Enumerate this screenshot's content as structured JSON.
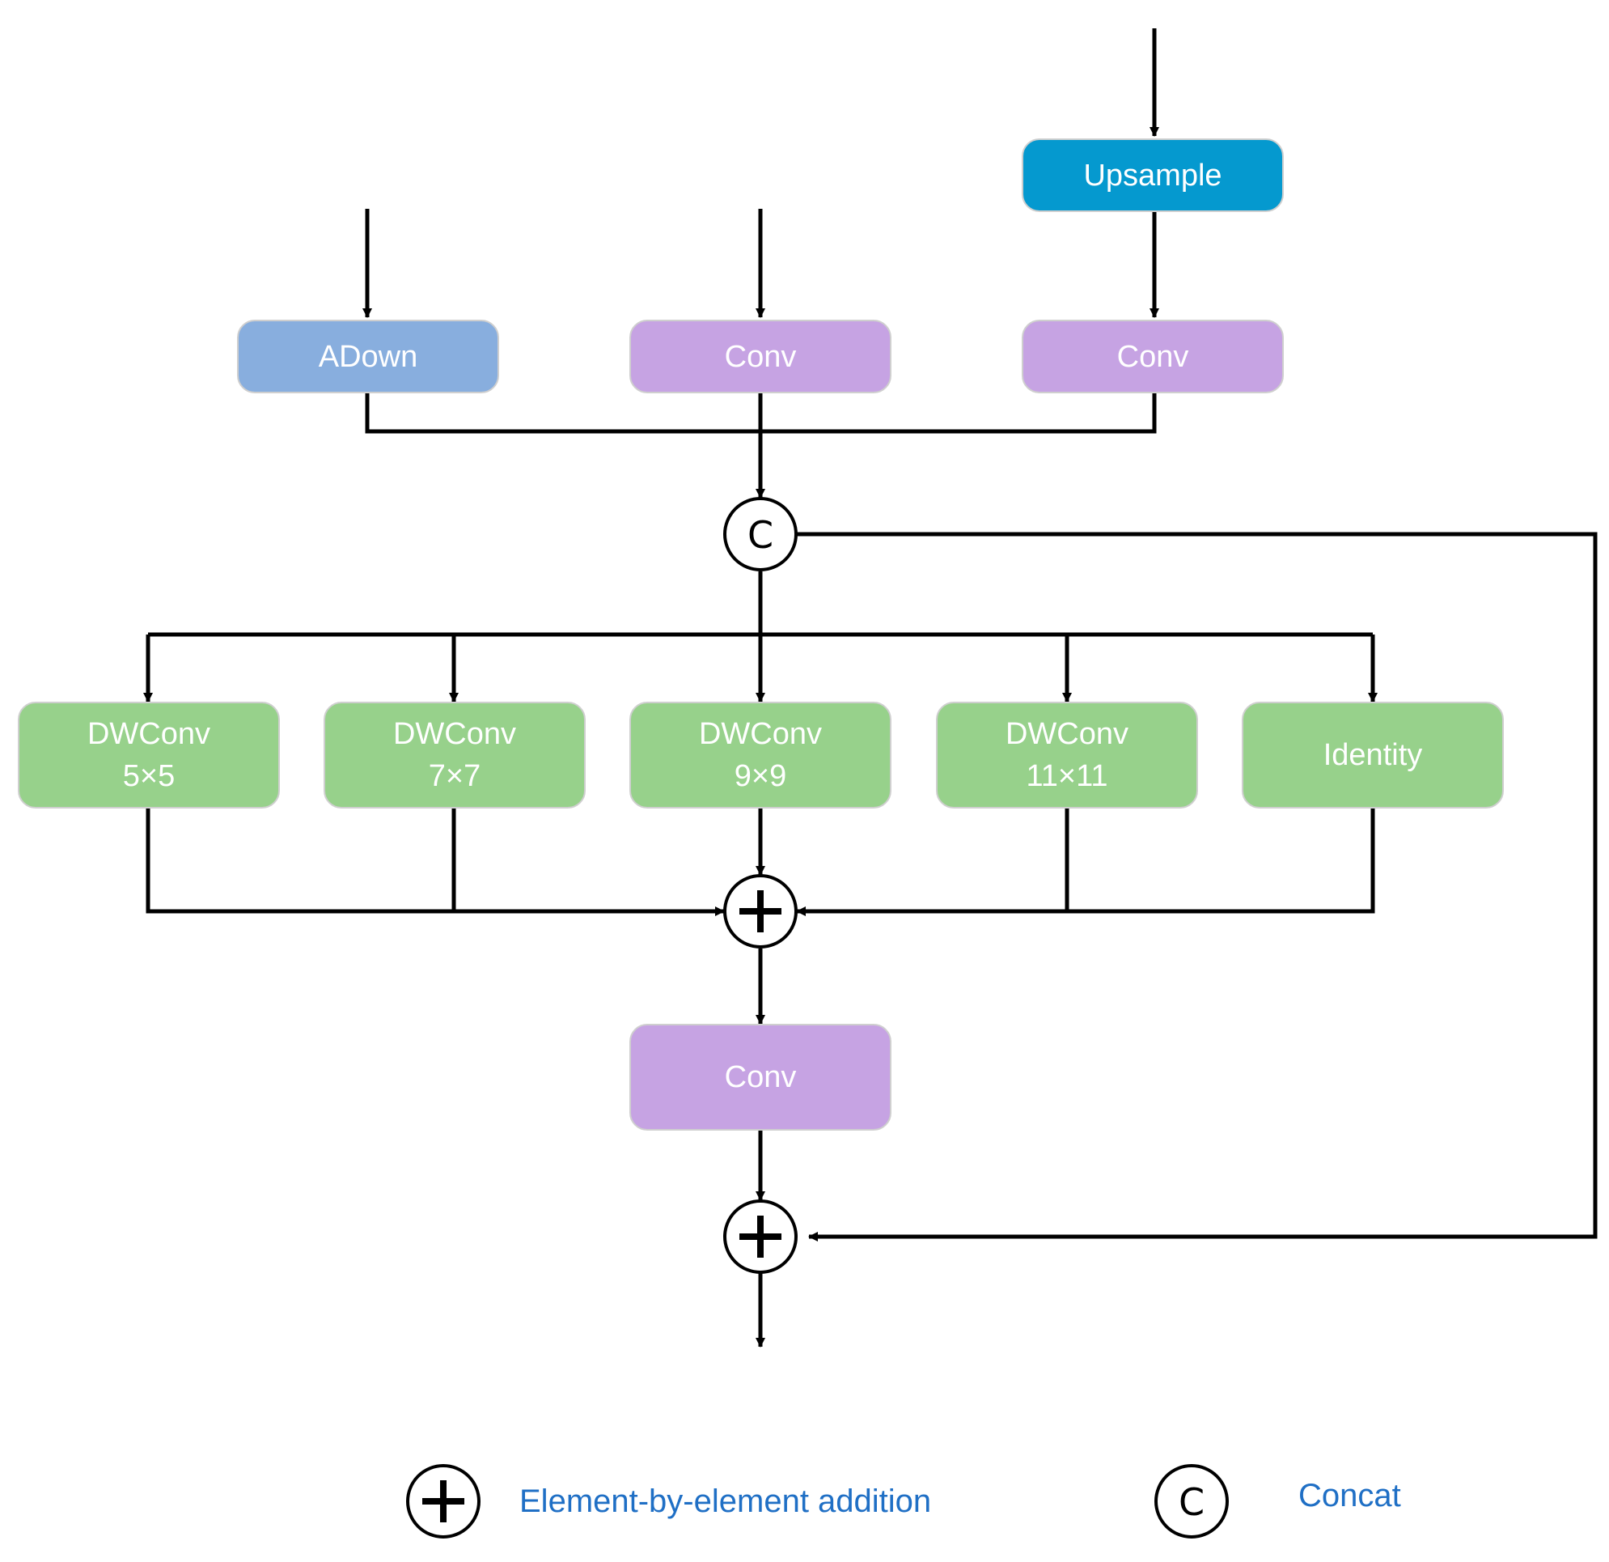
{
  "colors": {
    "upsample": "#0599cf",
    "adown": "#88aede",
    "conv": "#c6a3e3",
    "dwconv": "#97d18b",
    "line": "#000000",
    "legend_text": "#1f6fc5"
  },
  "blocks": {
    "upsample": "Upsample",
    "adown": "ADown",
    "conv_middle": "Conv",
    "conv_right": "Conv",
    "dwconv_5": {
      "name": "DWConv",
      "kernel": "5×5"
    },
    "dwconv_7": {
      "name": "DWConv",
      "kernel": "7×7"
    },
    "dwconv_9": {
      "name": "DWConv",
      "kernel": "9×9"
    },
    "dwconv_11": {
      "name": "DWConv",
      "kernel": "11×11"
    },
    "identity": "Identity",
    "conv_bottom": "Conv"
  },
  "operators": {
    "concat_symbol": "C",
    "add_symbol": "plus-icon"
  },
  "legend": {
    "addition_label": "Element-by-element addition",
    "concat_symbol": "C",
    "concat_label": "Concat"
  }
}
